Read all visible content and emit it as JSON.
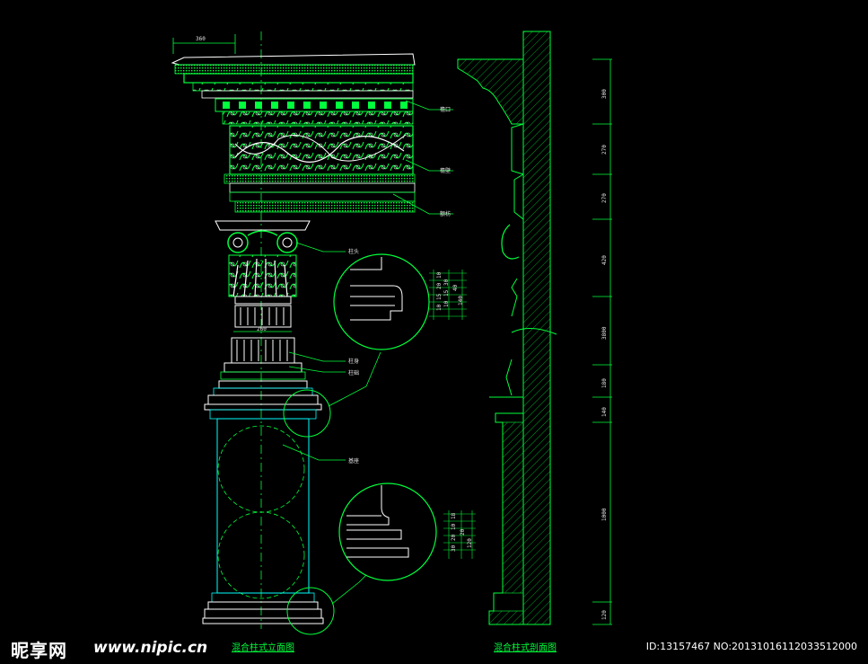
{
  "drawing": {
    "left_title": "混合柱式立面图",
    "right_title": "混合柱式剖面图",
    "top_width_dim": "360",
    "shaft_width_dim": "260",
    "callouts": [
      "檐口",
      "檐壁",
      "额枋",
      "柱头",
      "柱身",
      "柱础",
      "基座"
    ],
    "section_dims": [
      "300",
      "270",
      "270",
      "420",
      "3800",
      "180",
      "140",
      "1000",
      "120"
    ],
    "detail1_dims": [
      "10",
      "20",
      "15",
      "10",
      "30",
      "15",
      "10",
      "40",
      "140"
    ],
    "detail2_dims": [
      "18",
      "10",
      "20",
      "30",
      "20",
      "120"
    ]
  },
  "colors": {
    "background": "#000000",
    "primary": "#00ff3c",
    "secondary": "#ffffff",
    "accent": "#00ffff"
  },
  "watermark": {
    "logo": "昵享网",
    "url": "www.nipic.cn",
    "id": "ID:13157467 NO:20131016112033512000"
  }
}
